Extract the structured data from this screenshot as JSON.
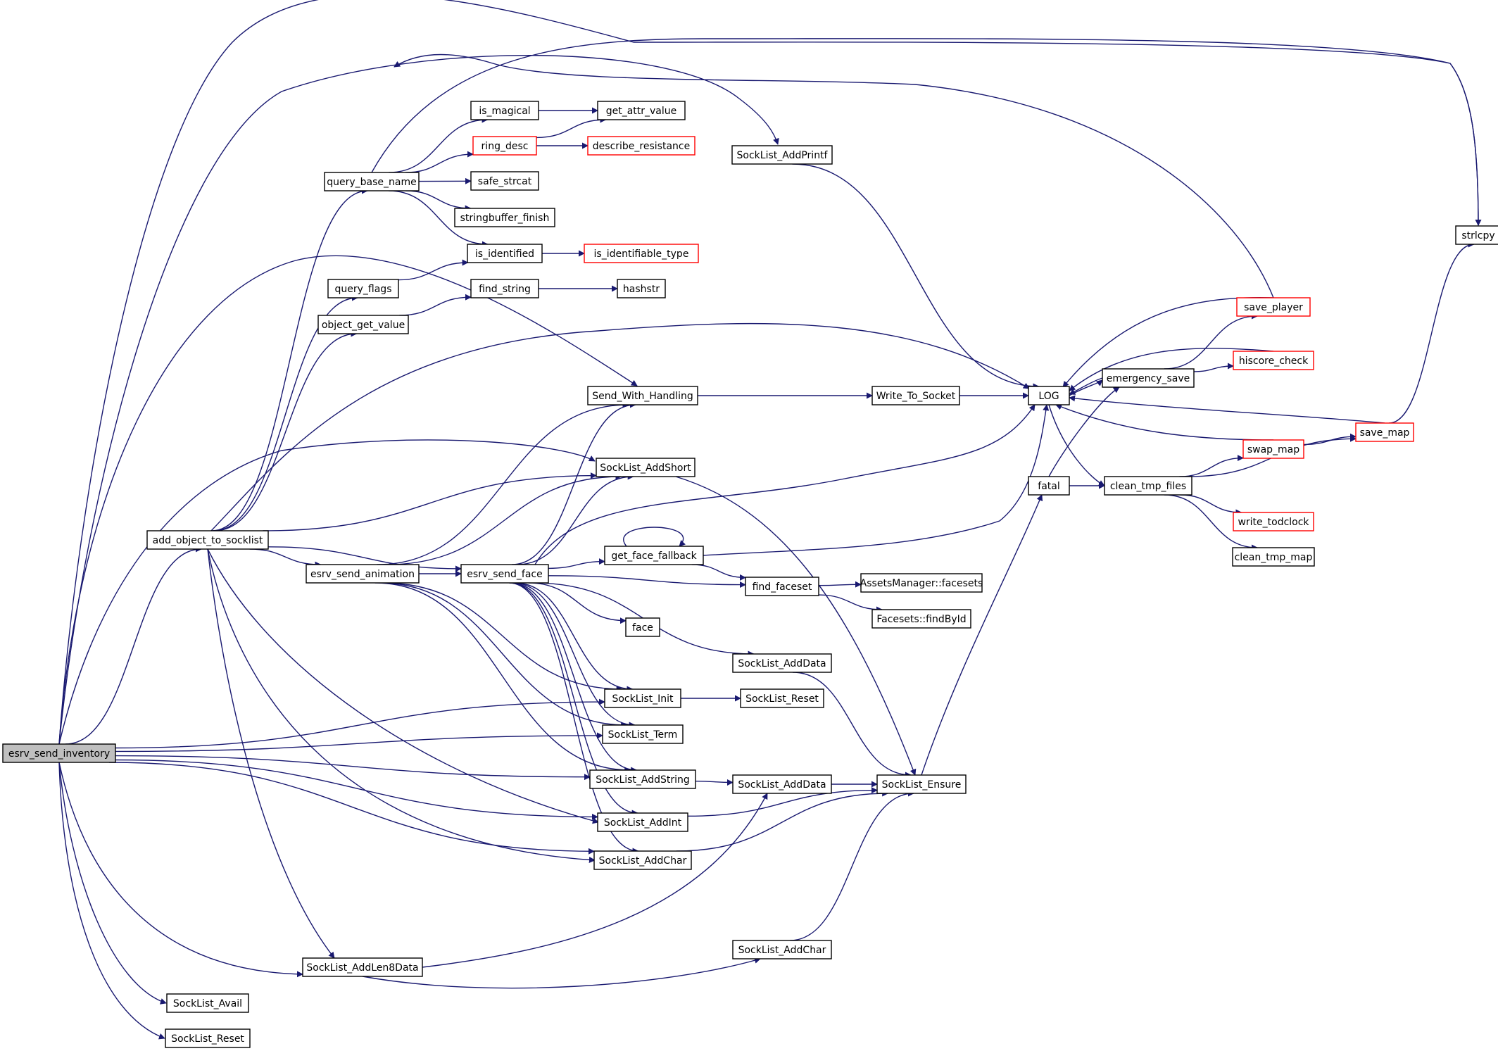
{
  "diagram": {
    "type": "call-graph",
    "colors": {
      "edge": "#191970",
      "node_border": "#000000",
      "node_border_truncated": "#ff0000",
      "root_fill": "#bfbfbf",
      "node_fill": "#ffffff"
    },
    "nodes": [
      {
        "id": "esrv_send_inventory",
        "label": "esrv_send_inventory",
        "style": "root"
      },
      {
        "id": "add_object_to_socklist",
        "label": "add_object_to_socklist",
        "style": "normal"
      },
      {
        "id": "query_base_name",
        "label": "query_base_name",
        "style": "normal"
      },
      {
        "id": "is_magical",
        "label": "is_magical",
        "style": "normal"
      },
      {
        "id": "get_attr_value",
        "label": "get_attr_value",
        "style": "normal"
      },
      {
        "id": "ring_desc",
        "label": "ring_desc",
        "style": "truncated"
      },
      {
        "id": "describe_resistance",
        "label": "describe_resistance",
        "style": "truncated"
      },
      {
        "id": "safe_strcat",
        "label": "safe_strcat",
        "style": "normal"
      },
      {
        "id": "stringbuffer_finish",
        "label": "stringbuffer_finish",
        "style": "normal"
      },
      {
        "id": "is_identified",
        "label": "is_identified",
        "style": "normal"
      },
      {
        "id": "is_identifiable_type",
        "label": "is_identifiable_type",
        "style": "truncated"
      },
      {
        "id": "query_flags",
        "label": "query_flags",
        "style": "normal"
      },
      {
        "id": "find_string",
        "label": "find_string",
        "style": "normal"
      },
      {
        "id": "hashstr",
        "label": "hashstr",
        "style": "normal"
      },
      {
        "id": "object_get_value",
        "label": "object_get_value",
        "style": "normal"
      },
      {
        "id": "SockList_AddPrintf",
        "label": "SockList_AddPrintf",
        "style": "normal"
      },
      {
        "id": "strlcpy",
        "label": "strlcpy",
        "style": "normal"
      },
      {
        "id": "save_player",
        "label": "save_player",
        "style": "truncated"
      },
      {
        "id": "hiscore_check",
        "label": "hiscore_check",
        "style": "truncated"
      },
      {
        "id": "emergency_save",
        "label": "emergency_save",
        "style": "normal"
      },
      {
        "id": "LOG",
        "label": "LOG",
        "style": "normal"
      },
      {
        "id": "Send_With_Handling",
        "label": "Send_With_Handling",
        "style": "normal"
      },
      {
        "id": "Write_To_Socket",
        "label": "Write_To_Socket",
        "style": "normal"
      },
      {
        "id": "save_map",
        "label": "save_map",
        "style": "truncated"
      },
      {
        "id": "swap_map",
        "label": "swap_map",
        "style": "truncated"
      },
      {
        "id": "SockList_AddShort",
        "label": "SockList_AddShort",
        "style": "normal"
      },
      {
        "id": "fatal",
        "label": "fatal",
        "style": "normal"
      },
      {
        "id": "clean_tmp_files",
        "label": "clean_tmp_files",
        "style": "normal"
      },
      {
        "id": "write_todclock",
        "label": "write_todclock",
        "style": "truncated"
      },
      {
        "id": "clean_tmp_map",
        "label": "clean_tmp_map",
        "style": "normal"
      },
      {
        "id": "get_face_fallback",
        "label": "get_face_fallback",
        "style": "normal"
      },
      {
        "id": "esrv_send_animation",
        "label": "esrv_send_animation",
        "style": "normal"
      },
      {
        "id": "esrv_send_face",
        "label": "esrv_send_face",
        "style": "normal"
      },
      {
        "id": "find_faceset",
        "label": "find_faceset",
        "style": "normal"
      },
      {
        "id": "AssetsManager_facesets",
        "label": "AssetsManager::facesets",
        "style": "normal"
      },
      {
        "id": "Facesets_findById",
        "label": "Facesets::findById",
        "style": "normal"
      },
      {
        "id": "face",
        "label": "face",
        "style": "normal"
      },
      {
        "id": "SockList_AddData_1",
        "label": "SockList_AddData",
        "style": "normal"
      },
      {
        "id": "SockList_Init",
        "label": "SockList_Init",
        "style": "normal"
      },
      {
        "id": "SockList_Reset_1",
        "label": "SockList_Reset",
        "style": "normal"
      },
      {
        "id": "SockList_Term",
        "label": "SockList_Term",
        "style": "normal"
      },
      {
        "id": "SockList_AddString",
        "label": "SockList_AddString",
        "style": "normal"
      },
      {
        "id": "SockList_AddData_2",
        "label": "SockList_AddData",
        "style": "normal"
      },
      {
        "id": "SockList_Ensure",
        "label": "SockList_Ensure",
        "style": "normal"
      },
      {
        "id": "SockList_AddInt",
        "label": "SockList_AddInt",
        "style": "normal"
      },
      {
        "id": "SockList_AddChar_1",
        "label": "SockList_AddChar",
        "style": "normal"
      },
      {
        "id": "SockList_AddChar_2",
        "label": "SockList_AddChar",
        "style": "normal"
      },
      {
        "id": "SockList_AddLen8Data",
        "label": "SockList_AddLen8Data",
        "style": "normal"
      },
      {
        "id": "SockList_Avail",
        "label": "SockList_Avail",
        "style": "normal"
      },
      {
        "id": "SockList_Reset_2",
        "label": "SockList_Reset",
        "style": "normal"
      }
    ],
    "edges": [
      [
        "esrv_send_inventory",
        "add_object_to_socklist"
      ],
      [
        "esrv_send_inventory",
        "SockList_AddPrintf"
      ],
      [
        "esrv_send_inventory",
        "strlcpy"
      ],
      [
        "esrv_send_inventory",
        "Send_With_Handling"
      ],
      [
        "esrv_send_inventory",
        "SockList_AddShort"
      ],
      [
        "esrv_send_inventory",
        "SockList_Init"
      ],
      [
        "esrv_send_inventory",
        "SockList_Term"
      ],
      [
        "esrv_send_inventory",
        "SockList_AddString"
      ],
      [
        "esrv_send_inventory",
        "SockList_AddInt"
      ],
      [
        "esrv_send_inventory",
        "SockList_AddChar_1"
      ],
      [
        "esrv_send_inventory",
        "SockList_AddLen8Data"
      ],
      [
        "esrv_send_inventory",
        "SockList_Avail"
      ],
      [
        "esrv_send_inventory",
        "SockList_Reset_2"
      ],
      [
        "add_object_to_socklist",
        "query_base_name"
      ],
      [
        "add_object_to_socklist",
        "query_flags"
      ],
      [
        "add_object_to_socklist",
        "object_get_value"
      ],
      [
        "add_object_to_socklist",
        "LOG"
      ],
      [
        "add_object_to_socklist",
        "SockList_AddShort"
      ],
      [
        "add_object_to_socklist",
        "esrv_send_animation"
      ],
      [
        "add_object_to_socklist",
        "esrv_send_face"
      ],
      [
        "add_object_to_socklist",
        "SockList_AddInt"
      ],
      [
        "add_object_to_socklist",
        "SockList_AddChar_1"
      ],
      [
        "add_object_to_socklist",
        "SockList_AddLen8Data"
      ],
      [
        "query_base_name",
        "is_magical"
      ],
      [
        "query_base_name",
        "ring_desc"
      ],
      [
        "query_base_name",
        "safe_strcat"
      ],
      [
        "query_base_name",
        "stringbuffer_finish"
      ],
      [
        "query_base_name",
        "is_identified"
      ],
      [
        "query_base_name",
        "strlcpy"
      ],
      [
        "is_magical",
        "get_attr_value"
      ],
      [
        "ring_desc",
        "get_attr_value"
      ],
      [
        "ring_desc",
        "describe_resistance"
      ],
      [
        "is_identified",
        "is_identifiable_type"
      ],
      [
        "query_flags",
        "is_identified"
      ],
      [
        "object_get_value",
        "find_string"
      ],
      [
        "find_string",
        "hashstr"
      ],
      [
        "SockList_AddPrintf",
        "LOG"
      ],
      [
        "Send_With_Handling",
        "Write_To_Socket"
      ],
      [
        "Write_To_Socket",
        "LOG"
      ],
      [
        "LOG",
        "emergency_save"
      ],
      [
        "LOG",
        "clean_tmp_files"
      ],
      [
        "emergency_save",
        "LOG"
      ],
      [
        "emergency_save",
        "save_player"
      ],
      [
        "emergency_save",
        "hiscore_check"
      ],
      [
        "save_player",
        "LOG"
      ],
      [
        "save_player",
        "strlcpy"
      ],
      [
        "hiscore_check",
        "LOG"
      ],
      [
        "save_map",
        "LOG"
      ],
      [
        "save_map",
        "strlcpy"
      ],
      [
        "swap_map",
        "LOG"
      ],
      [
        "swap_map",
        "save_map"
      ],
      [
        "fatal",
        "emergency_save"
      ],
      [
        "fatal",
        "clean_tmp_files"
      ],
      [
        "clean_tmp_files",
        "swap_map"
      ],
      [
        "clean_tmp_files",
        "save_map"
      ],
      [
        "clean_tmp_files",
        "write_todclock"
      ],
      [
        "clean_tmp_files",
        "clean_tmp_map"
      ],
      [
        "esrv_send_animation",
        "Send_With_Handling"
      ],
      [
        "esrv_send_animation",
        "SockList_AddShort"
      ],
      [
        "esrv_send_animation",
        "esrv_send_face"
      ],
      [
        "esrv_send_animation",
        "SockList_Init"
      ],
      [
        "esrv_send_animation",
        "SockList_AddString"
      ],
      [
        "esrv_send_animation",
        "SockList_Term"
      ],
      [
        "esrv_send_face",
        "Send_With_Handling"
      ],
      [
        "esrv_send_face",
        "SockList_AddShort"
      ],
      [
        "esrv_send_face",
        "LOG"
      ],
      [
        "esrv_send_face",
        "get_face_fallback"
      ],
      [
        "esrv_send_face",
        "find_faceset"
      ],
      [
        "esrv_send_face",
        "face"
      ],
      [
        "esrv_send_face",
        "SockList_AddData_1"
      ],
      [
        "esrv_send_face",
        "SockList_Init"
      ],
      [
        "esrv_send_face",
        "SockList_Term"
      ],
      [
        "esrv_send_face",
        "SockList_AddString"
      ],
      [
        "esrv_send_face",
        "SockList_AddInt"
      ],
      [
        "esrv_send_face",
        "SockList_AddChar_1"
      ],
      [
        "get_face_fallback",
        "get_face_fallback"
      ],
      [
        "get_face_fallback",
        "LOG"
      ],
      [
        "get_face_fallback",
        "find_faceset"
      ],
      [
        "find_faceset",
        "AssetsManager_facesets"
      ],
      [
        "find_faceset",
        "Facesets_findById"
      ],
      [
        "SockList_AddShort",
        "SockList_Ensure"
      ],
      [
        "SockList_AddData_1",
        "SockList_Ensure"
      ],
      [
        "SockList_Init",
        "SockList_Reset_1"
      ],
      [
        "SockList_AddString",
        "SockList_AddData_2"
      ],
      [
        "SockList_AddData_2",
        "SockList_Ensure"
      ],
      [
        "SockList_Ensure",
        "fatal"
      ],
      [
        "SockList_AddInt",
        "SockList_Ensure"
      ],
      [
        "SockList_AddChar_1",
        "SockList_Ensure"
      ],
      [
        "SockList_AddChar_2",
        "SockList_Ensure"
      ],
      [
        "SockList_AddLen8Data",
        "SockList_AddData_2"
      ],
      [
        "SockList_AddLen8Data",
        "SockList_AddChar_2"
      ]
    ]
  }
}
